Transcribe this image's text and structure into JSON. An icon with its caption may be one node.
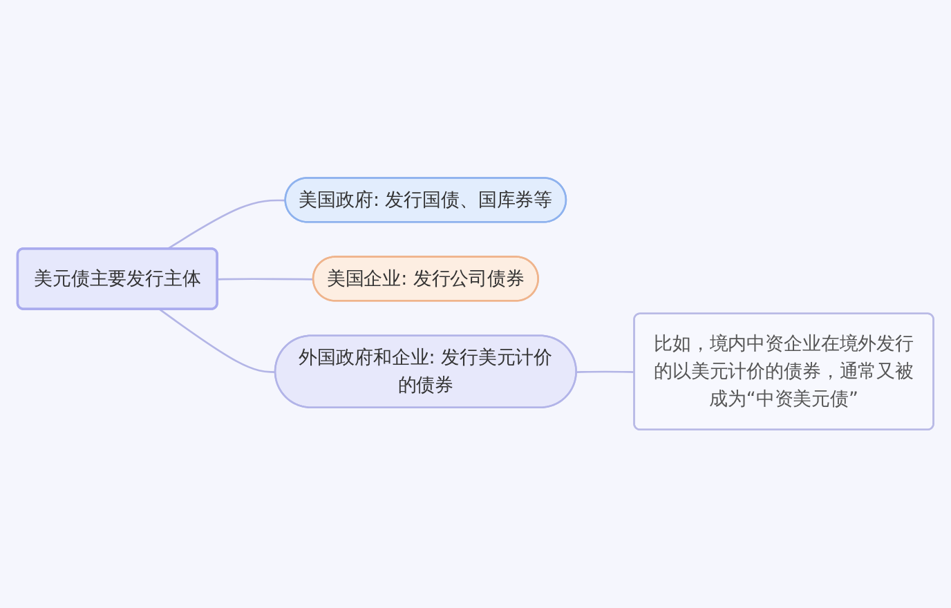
{
  "diagram": {
    "nodes": [
      {
        "text": [
          "美元债主要发行主体"
        ]
      },
      {
        "text": [
          "美国政府: 发行国债、国库券等"
        ]
      },
      {
        "text": [
          "美国企业: 发行公司债券"
        ]
      },
      {
        "text": [
          "外国政府和企业: 发行美元计价的债券"
        ]
      },
      {
        "text": [
          "比如，境内中资企业在境外发行的以美元计价的债券，通常又被成为“中资美元债”"
        ]
      }
    ],
    "edges": [
      {
        "from": 0,
        "to": 1,
        "arrow": "none"
      },
      {
        "from": 0,
        "to": 2,
        "arrow": "none"
      },
      {
        "from": 0,
        "to": 3,
        "arrow": "none"
      },
      {
        "from": 3,
        "to": 4,
        "arrow": "none"
      }
    ]
  }
}
